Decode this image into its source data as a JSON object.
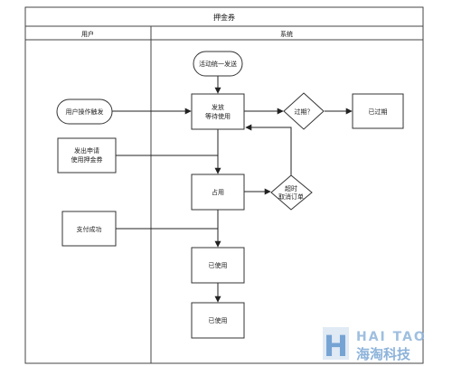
{
  "title": "押金券",
  "lanes": {
    "user": "用户",
    "system": "系统"
  },
  "nodes": {
    "start": "活动统一发送",
    "user_trigger": "用户操作触发",
    "apply_line1": "发出申请",
    "apply_line2": "使用押金券",
    "payment": "支付成功",
    "issue_line1": "发放",
    "issue_line2": "等待使用",
    "expired_q": "过期？",
    "expired": "已过期",
    "timeout_line1": "超时",
    "timeout_line2": "取消订单",
    "occupied": "占用",
    "used_1": "已使用",
    "used_2": "已使用"
  },
  "watermark": {
    "en": "HAI TAO",
    "cn": "海淘科技",
    "letter": "H",
    "color": "#7aa6d4"
  }
}
